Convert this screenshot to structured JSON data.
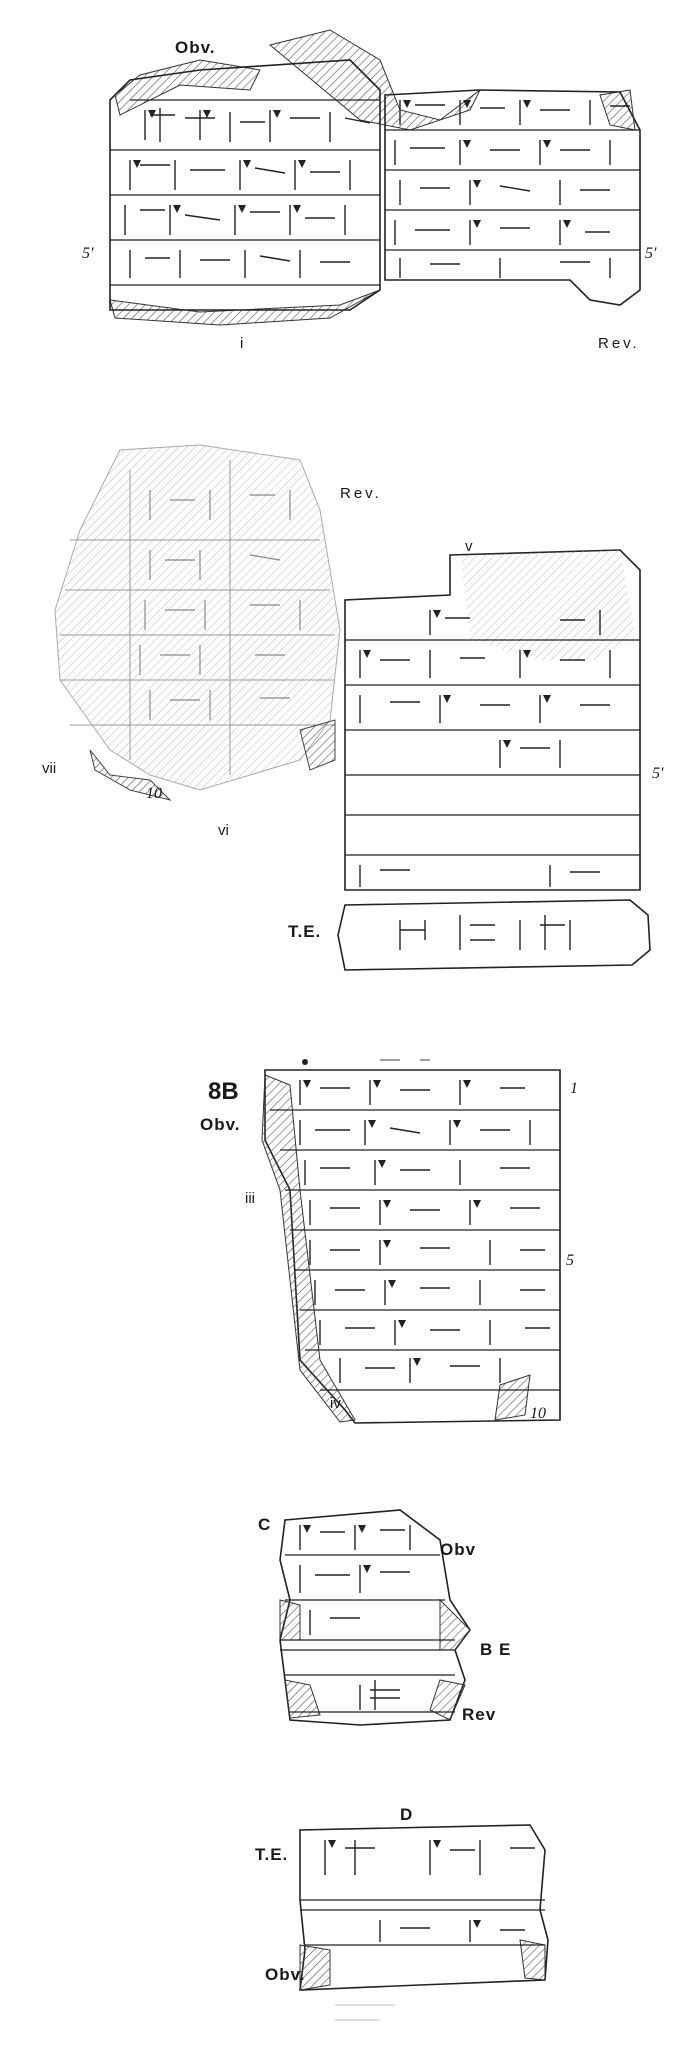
{
  "figure_a": {
    "obv_label": "Obv.",
    "line5_left": "5'",
    "line5_right": "5'",
    "col_i": "i",
    "rev_label": "Rev."
  },
  "figure_a_rev": {
    "rev_label": "Rev.",
    "col_v": "v",
    "col_vii": "vii",
    "col_vi": "vi",
    "line10": "10",
    "line5": "5'",
    "top_edge": "T.E."
  },
  "figure_b": {
    "fig_label": "8B",
    "obv_label": "Obv.",
    "col_iii": "iii",
    "col_iv": "iv",
    "line1": "1",
    "line5": "5",
    "line10": "10"
  },
  "figure_c": {
    "fig_label": "C",
    "obv_label": "Obv",
    "bottom_edge": "B E",
    "rev_label": "Rev"
  },
  "figure_d": {
    "fig_label": "D",
    "top_edge": "T.E.",
    "obv_label": "Obv."
  }
}
